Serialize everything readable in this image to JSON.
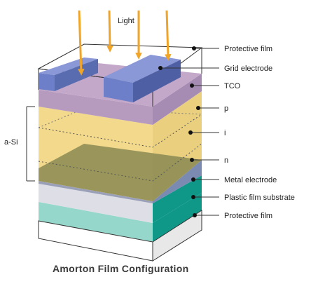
{
  "diagram": {
    "incident_light_label": "Light",
    "caption": "Amorton Film Configuration",
    "bracket_label": "a-Si",
    "layer_labels": {
      "protective_film_top": "Protective film",
      "grid_electrode": "Grid electrode",
      "tco": "TCO",
      "p_layer": "p",
      "i_layer": "i",
      "n_layer": "n",
      "metal_electrode": "Metal electrode",
      "plastic_film_substrate": "Plastic film substrate",
      "protective_film_bottom": "Protective film"
    },
    "colors": {
      "light_arrow": "#f0a528",
      "grid_electrode": "#6c7fc8",
      "tco": "#b79bbf",
      "asi_layer": "#f3d98c",
      "metal_electrode": "#8a8a52",
      "plastic_substrate": "#dedfe6",
      "bottom_film": "#96d7cb",
      "teal_side": "#0f9887"
    }
  }
}
